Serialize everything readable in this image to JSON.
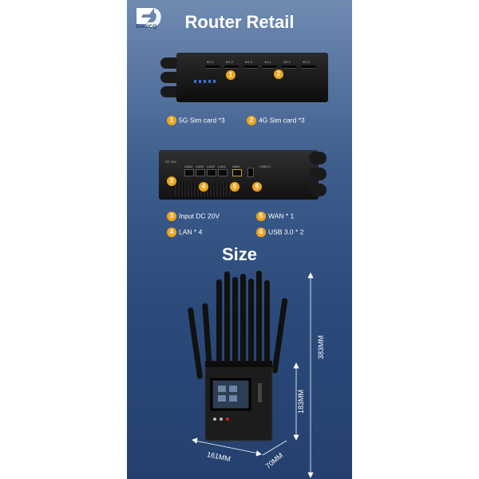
{
  "brand": {
    "logo_text": "GreatCQ"
  },
  "header": {
    "title": "Router Retail"
  },
  "top_view": {
    "badges": [
      "1",
      "2"
    ],
    "sim_labels": [
      "5G-1",
      "5G-2",
      "5G-3",
      "4G-1",
      "4G-2",
      "4G-3"
    ],
    "legend": [
      {
        "num": "1",
        "text": "5G Sim card *3"
      },
      {
        "num": "2",
        "text": "4G Sim card *3"
      }
    ]
  },
  "rear_view": {
    "badges": [
      "3",
      "4",
      "5",
      "6"
    ],
    "port_labels": [
      "LAN4",
      "LAN3",
      "LAN2",
      "LAN1",
      "WAN",
      "USB3.0",
      "DC 20V"
    ],
    "legend": [
      {
        "num": "3",
        "text": "Input DC 20V"
      },
      {
        "num": "5",
        "text": "WAN * 1"
      },
      {
        "num": "4",
        "text": "LAN * 4"
      },
      {
        "num": "6",
        "text": "USB 3.0 * 2"
      }
    ]
  },
  "size": {
    "title": "Size",
    "height_total": "383MM",
    "height_body": "183MM",
    "width": "161MM",
    "depth": "70MM"
  },
  "colors": {
    "accent": "#f0a51c",
    "panel_top": "#6f8bb2",
    "panel_bottom": "#24406e"
  }
}
